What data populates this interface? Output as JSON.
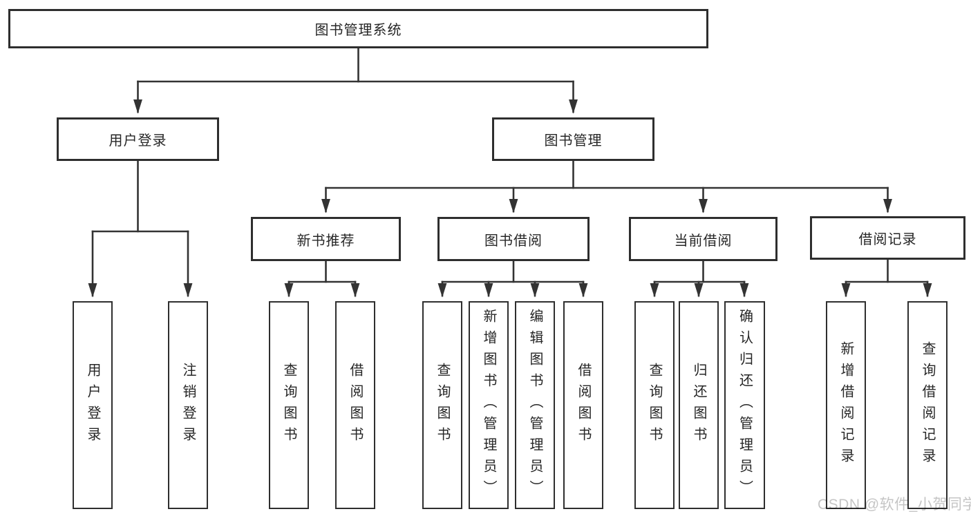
{
  "diagram": {
    "title_note": "",
    "root": {
      "id": "root",
      "label": "图书管理系统"
    },
    "level2": [
      {
        "id": "user-login",
        "label": "用户登录"
      },
      {
        "id": "book-management",
        "label": "图书管理"
      }
    ],
    "level3": [
      {
        "id": "new-book-recommend",
        "label": "新书推荐",
        "parent": "图书管理"
      },
      {
        "id": "book-borrow",
        "label": "图书借阅",
        "parent": "图书管理"
      },
      {
        "id": "current-borrow",
        "label": "当前借阅",
        "parent": "图书管理"
      },
      {
        "id": "borrow-records",
        "label": "借阅记录",
        "parent": "图书管理"
      }
    ],
    "leaves": [
      {
        "id": "leaf-user-login",
        "label": "用户登录",
        "parent": "用户登录"
      },
      {
        "id": "leaf-logout",
        "label": "注销登录",
        "parent": "用户登录"
      },
      {
        "id": "leaf-query-books-recommend",
        "label": "查询图书",
        "parent": "新书推荐"
      },
      {
        "id": "leaf-borrow-books-recommend",
        "label": "借阅图书",
        "parent": "新书推荐"
      },
      {
        "id": "leaf-query-books-borrow",
        "label": "查询图书",
        "parent": "图书借阅"
      },
      {
        "id": "leaf-add-book-admin",
        "label": "新增图书（管理员）",
        "parent": "图书借阅"
      },
      {
        "id": "leaf-edit-book-admin",
        "label": "编辑图书（管理员）",
        "parent": "图书借阅"
      },
      {
        "id": "leaf-borrow-books-borrow",
        "label": "借阅图书",
        "parent": "图书借阅"
      },
      {
        "id": "leaf-query-books-current",
        "label": "查询图书",
        "parent": "当前借阅"
      },
      {
        "id": "leaf-return-book",
        "label": "归还图书",
        "parent": "当前借阅"
      },
      {
        "id": "leaf-confirm-return-admin",
        "label": "确认归还（管理员）",
        "parent": "当前借阅"
      },
      {
        "id": "leaf-add-borrow-record",
        "label": "新增借阅记录",
        "parent": "借阅记录"
      },
      {
        "id": "leaf-query-borrow-record",
        "label": "查询借阅记录",
        "parent": "借阅记录"
      }
    ]
  },
  "watermark": {
    "text": "CSDN @软件_小贺同学"
  },
  "colors": {
    "line": "#333333",
    "box_border": "#2e2e2e",
    "text": "#262626",
    "background": "#ffffff",
    "watermark": "#c5c5c5"
  }
}
